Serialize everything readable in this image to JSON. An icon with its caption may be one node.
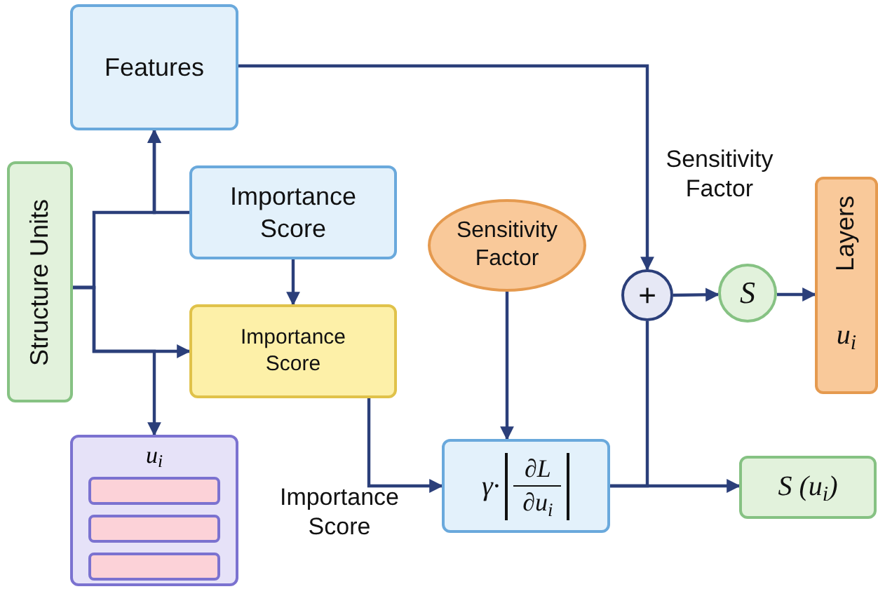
{
  "diagram": {
    "nodes": [
      {
        "text": [
          "Features"
        ]
      },
      {
        "text": [
          "Structure Units"
        ]
      },
      {
        "text": [
          "Importance Score"
        ]
      },
      {
        "text": [
          "Importance Score"
        ]
      },
      {
        "text": [
          "u$_{i}$"
        ]
      },
      {
        "text": [
          "Sensitivity Factor"
        ]
      },
      {
        "text": [
          "γ·",
          "∂L",
          "∂u$_{i}$"
        ]
      },
      {
        "text": [
          "+"
        ]
      },
      {
        "text": [
          "S"
        ]
      },
      {
        "text": [
          "Layers",
          "u$_{i}$"
        ]
      },
      {
        "text": [
          "S (u$_{i}$)"
        ]
      },
      {
        "text": [],
        "shape": "bar",
        "in": 4
      },
      {
        "text": [],
        "shape": "bar",
        "in": 4
      },
      {
        "text": [],
        "shape": "bar",
        "in": 4
      }
    ],
    "edges": [
      {
        "from": 1,
        "to": 0,
        "arrow": "to"
      },
      {
        "from": 2,
        "to": 0,
        "arrow": "to"
      },
      {
        "from": 1,
        "to": 3,
        "arrow": "to"
      },
      {
        "from": 1,
        "to": 4,
        "arrow": "to"
      },
      {
        "from": 2,
        "to": 3,
        "arrow": "to"
      },
      {
        "from": 3,
        "to": 6,
        "arrow": "to"
      },
      {
        "from": 5,
        "to": 6,
        "arrow": "to"
      },
      {
        "from": 0,
        "to": 7,
        "arrow": "to"
      },
      {
        "from": 6,
        "to": 7,
        "arrow": "none"
      },
      {
        "from": 6,
        "to": 10,
        "arrow": "to"
      },
      {
        "from": 7,
        "to": 8,
        "arrow": "to"
      },
      {
        "from": 8,
        "to": 9,
        "arrow": "to"
      }
    ],
    "labels": [
      "Sensitivity Factor",
      "Importance Score"
    ]
  }
}
